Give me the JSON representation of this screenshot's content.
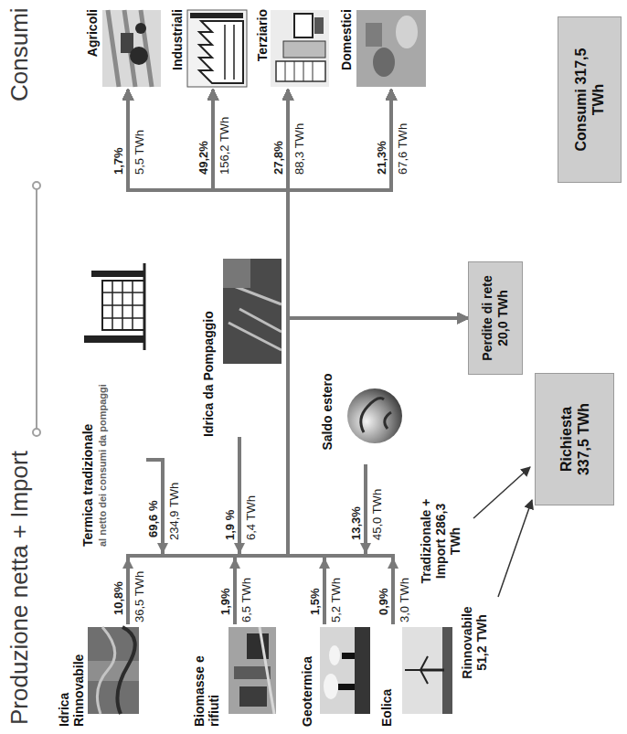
{
  "diagram": {
    "nodes": [
      {
        "text": [
          "Idrica Rinnovabile"
        ]
      },
      {
        "text": [
          "Biomasse e rifiuti"
        ]
      },
      {
        "text": [
          "Geotermica"
        ]
      },
      {
        "text": [
          "Eolica"
        ]
      },
      {
        "text": [
          "Termica tradizionale",
          "al netto dei consumi da pompaggi"
        ]
      },
      {
        "text": [
          "Idrica da Pompaggio"
        ]
      },
      {
        "text": [
          "Saldo estero"
        ]
      },
      {
        "text": [
          "Perdite di rete 20,0 TWh"
        ]
      },
      {
        "text": [
          "Agricoli"
        ]
      },
      {
        "text": [
          "Industriali"
        ]
      },
      {
        "text": [
          "Terziario"
        ]
      },
      {
        "text": [
          "Domestici"
        ]
      },
      {
        "text": [
          "Consumi 317,5 TWh"
        ]
      },
      {
        "text": [
          "Richiesta 337,5 TWh"
        ]
      }
    ],
    "edges": [
      {
        "from": 0,
        "to": 8,
        "arrow": "to"
      },
      {
        "from": 0,
        "to": 9,
        "arrow": "to"
      },
      {
        "from": 0,
        "to": 10,
        "arrow": "to"
      },
      {
        "from": 0,
        "to": 11,
        "arrow": "to"
      },
      {
        "from": 0,
        "to": 7,
        "arrow": "to"
      },
      {
        "from": 1,
        "to": 8,
        "arrow": "to"
      },
      {
        "from": 1,
        "to": 9,
        "arrow": "to"
      },
      {
        "from": 1,
        "to": 10,
        "arrow": "to"
      },
      {
        "from": 1,
        "to": 11,
        "arrow": "to"
      },
      {
        "from": 1,
        "to": 7,
        "arrow": "to"
      },
      {
        "from": 2,
        "to": 8,
        "arrow": "to"
      },
      {
        "from": 2,
        "to": 9,
        "arrow": "to"
      },
      {
        "from": 2,
        "to": 10,
        "arrow": "to"
      },
      {
        "from": 2,
        "to": 11,
        "arrow": "to"
      },
      {
        "from": 2,
        "to": 7,
        "arrow": "to"
      },
      {
        "from": 3,
        "to": 8,
        "arrow": "to"
      },
      {
        "from": 3,
        "to": 9,
        "arrow": "to"
      },
      {
        "from": 3,
        "to": 10,
        "arrow": "to"
      },
      {
        "from": 3,
        "to": 11,
        "arrow": "to"
      },
      {
        "from": 3,
        "to": 7,
        "arrow": "to"
      },
      {
        "from": 4,
        "to": 8,
        "arrow": "to"
      },
      {
        "from": 4,
        "to": 9,
        "arrow": "to"
      },
      {
        "from": 4,
        "to": 10,
        "arrow": "to"
      },
      {
        "from": 4,
        "to": 11,
        "arrow": "to"
      },
      {
        "from": 4,
        "to": 7,
        "arrow": "to"
      },
      {
        "from": 5,
        "to": 8,
        "arrow": "to"
      },
      {
        "from": 5,
        "to": 9,
        "arrow": "to"
      },
      {
        "from": 5,
        "to": 10,
        "arrow": "to"
      },
      {
        "from": 5,
        "to": 11,
        "arrow": "to"
      },
      {
        "from": 5,
        "to": 7,
        "arrow": "to"
      },
      {
        "from": 6,
        "to": 8,
        "arrow": "to"
      },
      {
        "from": 6,
        "to": 9,
        "arrow": "to"
      },
      {
        "from": 6,
        "to": 10,
        "arrow": "to"
      },
      {
        "from": 6,
        "to": 11,
        "arrow": "to"
      },
      {
        "from": 6,
        "to": 7,
        "arrow": "to"
      }
    ],
    "labels": [
      "Produzione netta + Import",
      "Consumi",
      "10,8%",
      "36,5 TWh",
      "1,9%",
      "6,5 TWh",
      "1,5%",
      "5,2 TWh",
      "0,9%",
      "3,0 TWh",
      "69,6 %",
      "234,9 TWh",
      "1,9 %",
      "6,4 TWh",
      "13,3%",
      "45,0 TWh",
      "1,7%",
      "5,5 TWh",
      "49,2%",
      "156,2 TWh",
      "27,8%",
      "88,3 TWh",
      "21,3%",
      "67,6 TWh",
      "Rinnovabile 51,2 TWh",
      "Tradizionale + Import 286,3 TWh"
    ]
  }
}
